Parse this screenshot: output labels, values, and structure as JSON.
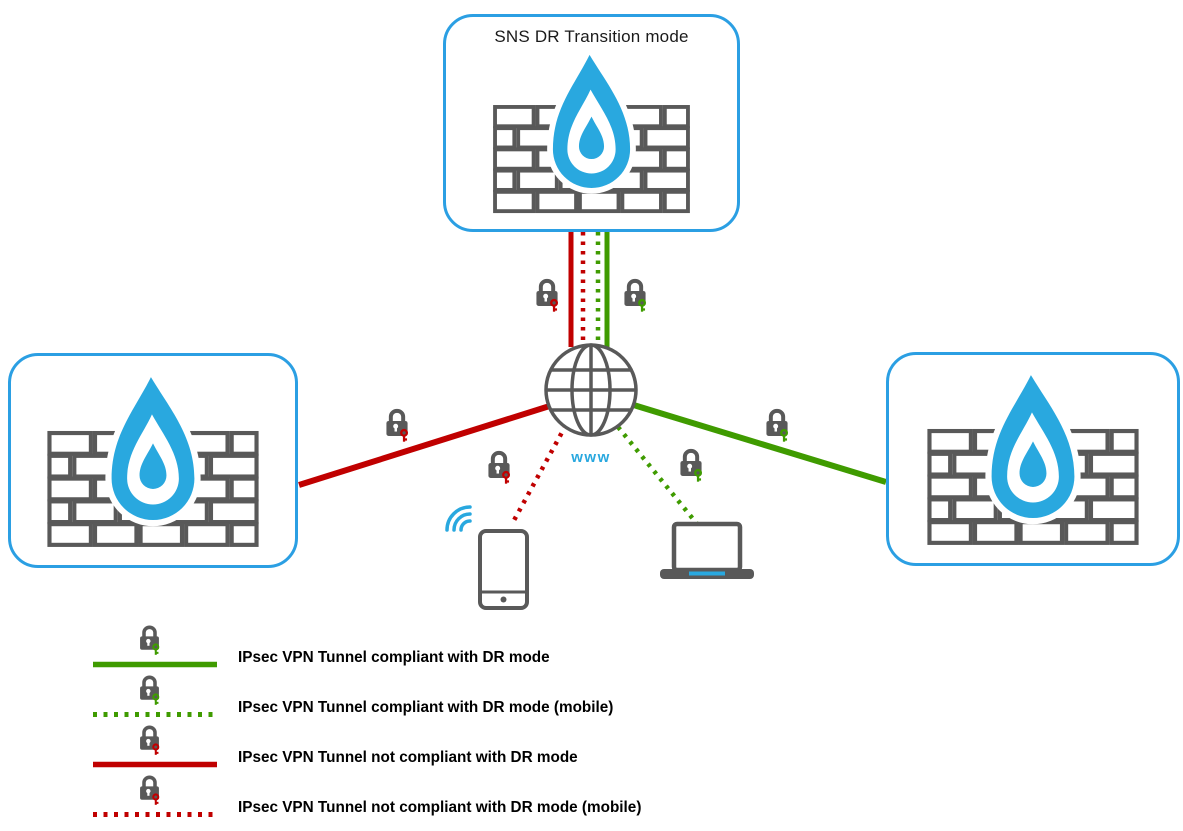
{
  "nodes": {
    "top": {
      "label": "SNS DR Transition mode",
      "type": "firewall"
    },
    "left": {
      "type": "firewall"
    },
    "right": {
      "type": "firewall"
    },
    "internet": {
      "label": "www",
      "type": "internet-globe"
    },
    "mobile": {
      "type": "smartphone"
    },
    "laptop": {
      "type": "laptop"
    }
  },
  "connections": [
    {
      "from": "top",
      "to": "internet",
      "tunnels": [
        "not-compliant-solid",
        "not-compliant-mobile",
        "compliant-mobile",
        "compliant-solid"
      ]
    },
    {
      "from": "left",
      "to": "internet",
      "tunnels": [
        "not-compliant-solid"
      ]
    },
    {
      "from": "right",
      "to": "internet",
      "tunnels": [
        "compliant-solid"
      ]
    },
    {
      "from": "mobile",
      "to": "internet",
      "tunnels": [
        "not-compliant-mobile"
      ]
    },
    {
      "from": "laptop",
      "to": "internet",
      "tunnels": [
        "compliant-mobile"
      ]
    }
  ],
  "legend": {
    "items": [
      {
        "label": "IPsec VPN Tunnel compliant with DR mode",
        "style": "solid",
        "status": "compliant"
      },
      {
        "label": "IPsec VPN Tunnel compliant with DR mode (mobile)",
        "style": "dotted",
        "status": "compliant"
      },
      {
        "label": "IPsec VPN Tunnel not compliant with DR mode",
        "style": "solid",
        "status": "not-compliant"
      },
      {
        "label": "IPsec VPN Tunnel not compliant with DR mode (mobile)",
        "style": "dotted",
        "status": "not-compliant"
      }
    ]
  },
  "colors": {
    "compliant": "#3f9b00",
    "non_compliant": "#c00000",
    "box_border": "#2b9fe3",
    "flame_blue": "#29a8df",
    "icon_gray": "#595959",
    "www_blue": "#29a8df"
  }
}
